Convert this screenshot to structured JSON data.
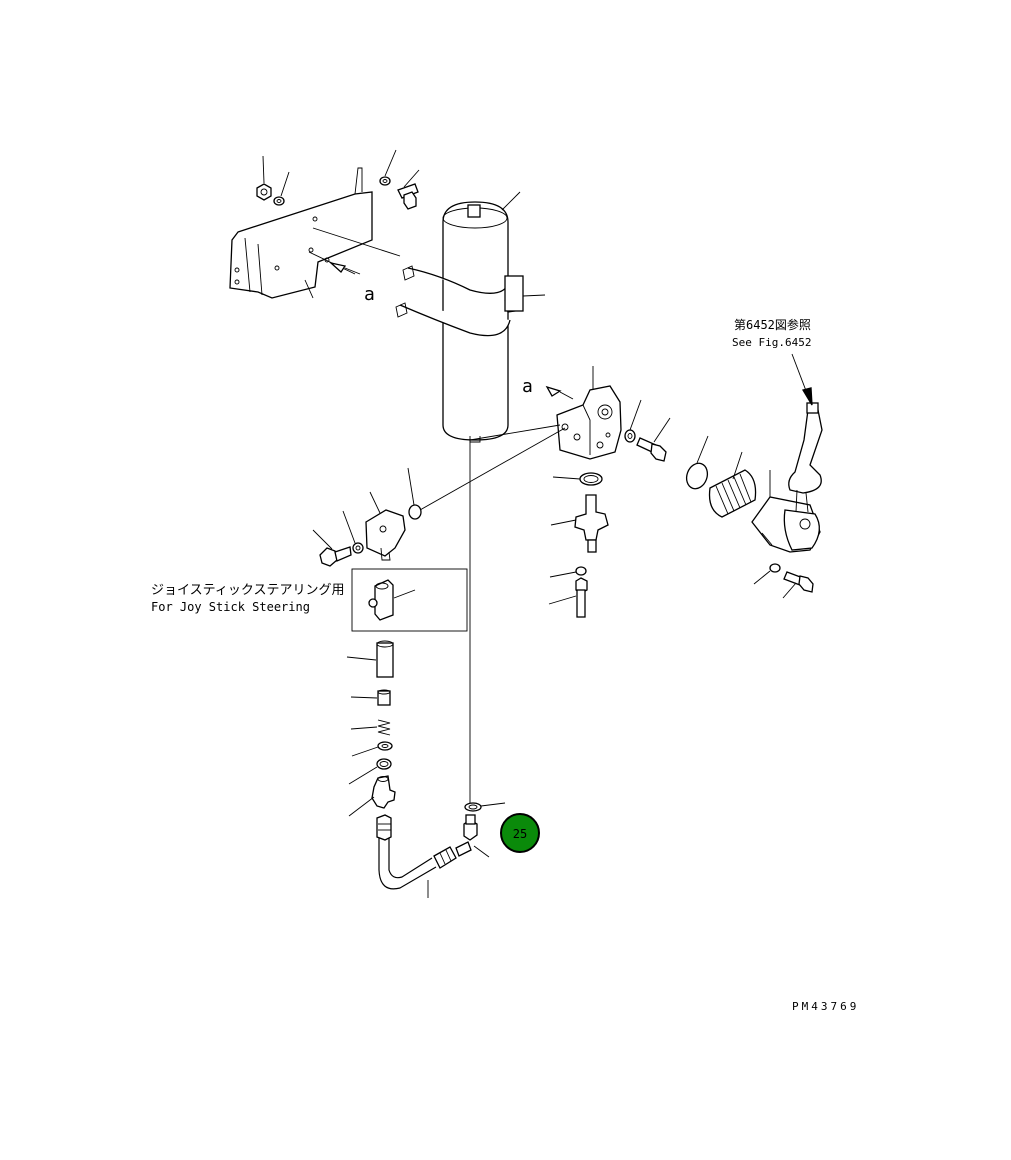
{
  "labels": {
    "view_a_bracket": "a",
    "view_a_valve": "a",
    "ref_jp": "第6452図参照",
    "ref_en": "See Fig.6452",
    "joystick_jp": "ジョイスティックステアリング用",
    "joystick_en": "For Joy Stick Steering",
    "drawing_number": "PM43769"
  },
  "callout": {
    "number": "25",
    "color": "#0a8a0a"
  },
  "colors": {
    "line": "#000000",
    "background": "#ffffff"
  }
}
